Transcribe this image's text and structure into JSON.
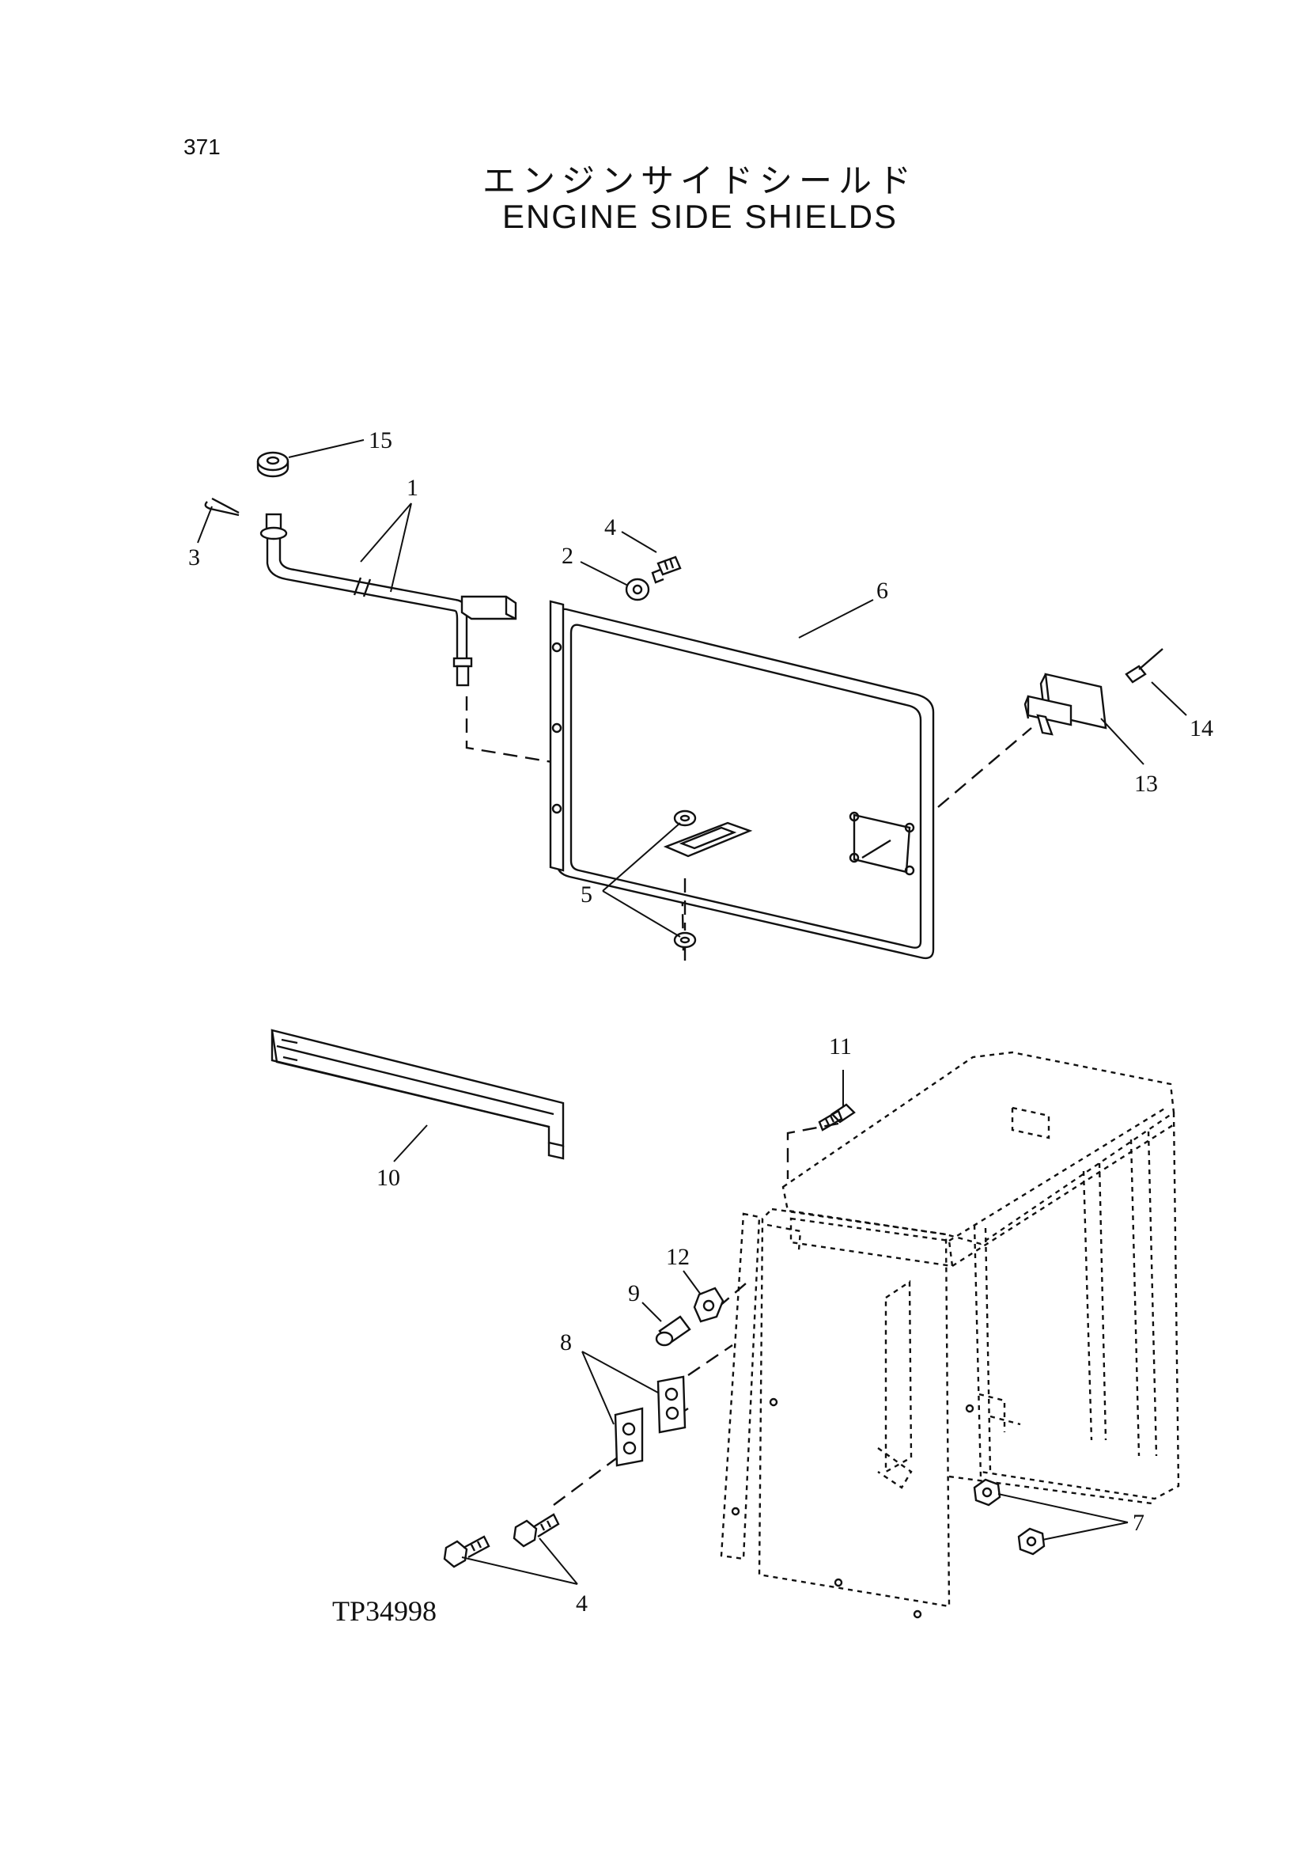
{
  "page": {
    "number": "371",
    "title_ja": "エンジンサイドシールド",
    "title_en": "ENGINE SIDE SHIELDS",
    "figure_code": "TP34998"
  },
  "callouts": {
    "c1": "1",
    "c2": "2",
    "c3": "3",
    "c4a": "4",
    "c4b": "4",
    "c5": "5",
    "c6": "6",
    "c7": "7",
    "c8": "8",
    "c9": "9",
    "c10": "10",
    "c11": "11",
    "c12": "12",
    "c13": "13",
    "c14": "14",
    "c15": "15"
  }
}
